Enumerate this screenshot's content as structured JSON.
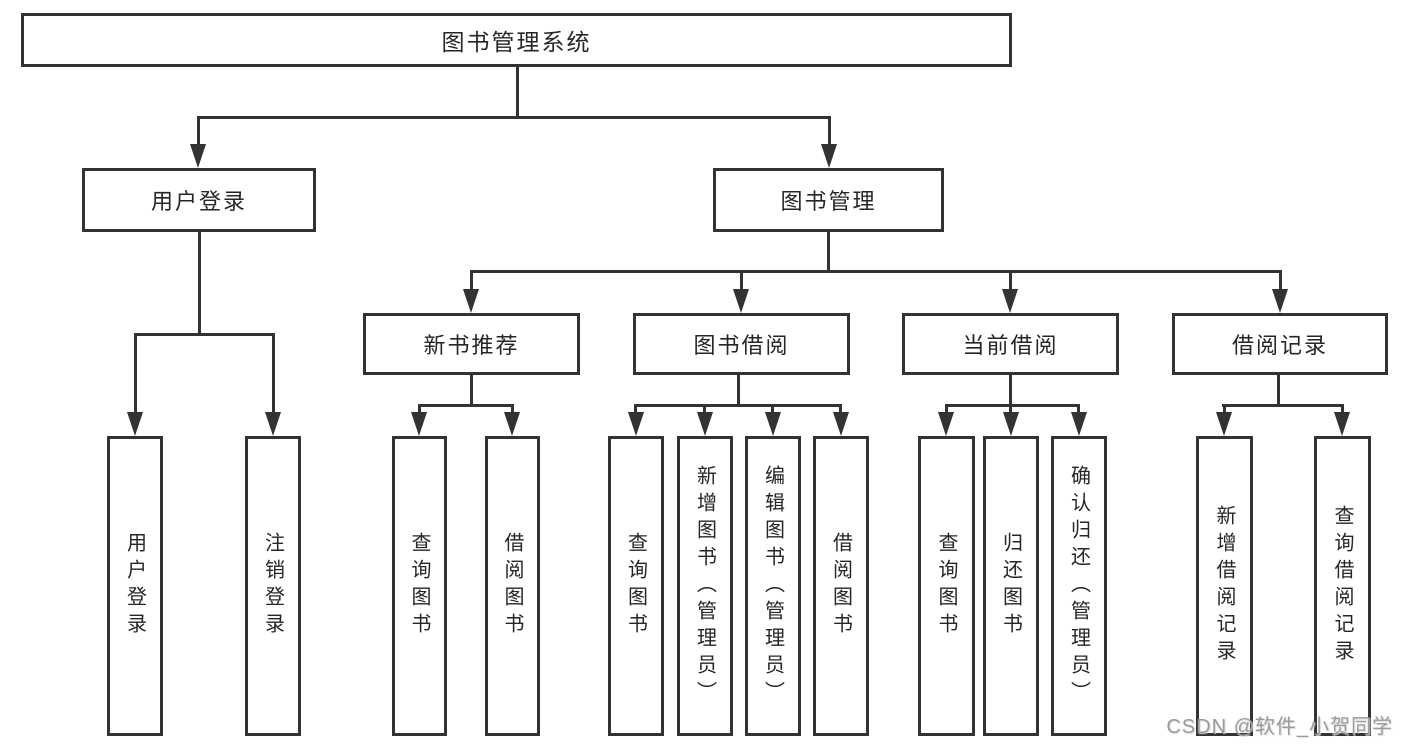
{
  "diagram": {
    "watermark": "CSDN @软件_小贺同学",
    "colors": {
      "line": "#333333",
      "text": "#262626",
      "watermark": "#9b9b9b",
      "background": "#ffffff"
    },
    "root": {
      "label": "图书管理系统"
    },
    "branches": [
      {
        "label": "用户登录",
        "children": [
          {
            "label": "用户登录"
          },
          {
            "label": "注销登录"
          }
        ]
      },
      {
        "label": "图书管理",
        "children": [
          {
            "label": "新书推荐",
            "children": [
              {
                "label": "查询图书"
              },
              {
                "label": "借阅图书"
              }
            ]
          },
          {
            "label": "图书借阅",
            "children": [
              {
                "label": "查询图书"
              },
              {
                "label": "新增图书（管理员）"
              },
              {
                "label": "编辑图书（管理员）"
              },
              {
                "label": "借阅图书"
              }
            ]
          },
          {
            "label": "当前借阅",
            "children": [
              {
                "label": "查询图书"
              },
              {
                "label": "归还图书"
              },
              {
                "label": "确认归还（管理员）"
              }
            ]
          },
          {
            "label": "借阅记录",
            "children": [
              {
                "label": "新增借阅记录"
              },
              {
                "label": "查询借阅记录"
              }
            ]
          }
        ]
      }
    ]
  }
}
